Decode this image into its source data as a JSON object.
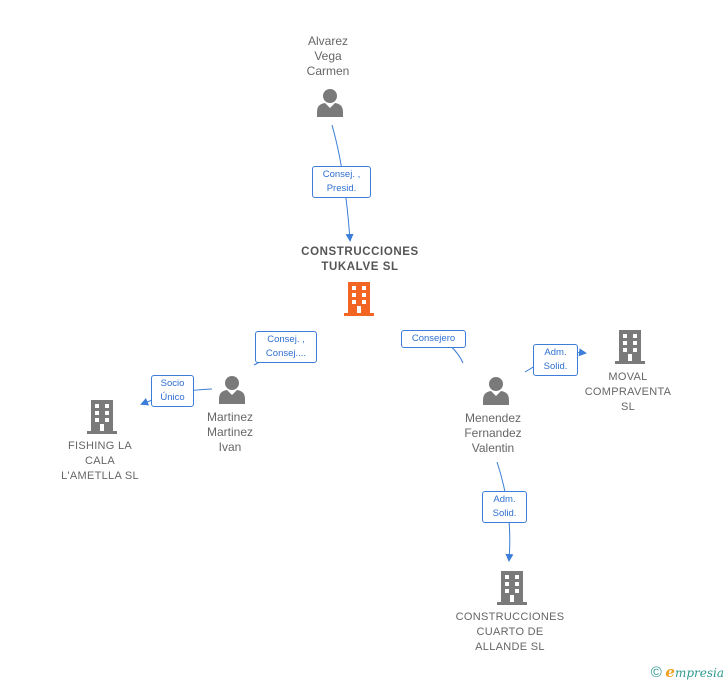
{
  "nodes": {
    "alvarez": {
      "label": "Alvarez\nVega\nCarmen",
      "type": "person"
    },
    "tukalve": {
      "label": "CONSTRUCCIONES\nTUKALVE  SL",
      "type": "company-main"
    },
    "martinez": {
      "label": "Martinez\nMartinez\nIvan",
      "type": "person"
    },
    "fishing": {
      "label": "FISHING LA\nCALA\nL'AMETLLA  SL",
      "type": "company"
    },
    "menendez": {
      "label": "Menendez\nFernandez\nValentin",
      "type": "person"
    },
    "moval": {
      "label": "MOVAL\nCOMPRAVENTA\nSL",
      "type": "company"
    },
    "cuarto": {
      "label": "CONSTRUCCIONES\nCUARTO DE\nALLANDE  SL",
      "type": "company"
    }
  },
  "edges": {
    "alvarez_tukalve": "Consej. ,\nPresid.",
    "martinez_tukalve": "Consej. ,\nConsej....",
    "menendez_tukalve": "Consejero",
    "martinez_fishing": "Socio\nÚnico",
    "menendez_moval": "Adm.\nSolid.",
    "menendez_cuarto": "Adm.\nSolid."
  },
  "colors": {
    "person_icon": "#7a7a7a",
    "company_icon": "#7a7a7a",
    "main_company_icon": "#f26522",
    "edge": "#3b7dd8",
    "label_text": "#666666"
  },
  "footer": {
    "copyright": "©",
    "brand_initial": "e",
    "brand_rest": "mpresia"
  }
}
